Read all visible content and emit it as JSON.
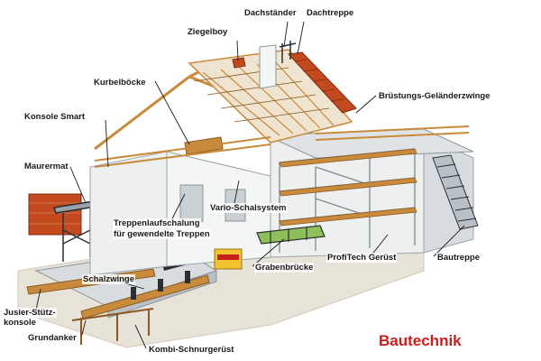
{
  "labels": {
    "dachstaender": "Dachständer",
    "dachtreppe": "Dachtreppe",
    "ziegelboy": "Ziegelboy",
    "kurbelboecke": "Kurbelböcke",
    "bruestungs": "Brüstungs-Geländerzwinge",
    "konsole_smart": "Konsole Smart",
    "maurermat": "Maurermat",
    "vario": "Vario-Schalsystem",
    "treppenlauf_1": "Treppenlaufschalung",
    "treppenlauf_2": "für gewendelte Treppen",
    "grabenbruecke": "Grabenbrücke",
    "profitech": "ProfiTech Gerüst",
    "bautreppe": "Bautreppe",
    "schalzwinge": "Schalzwinge",
    "jusier_1": "Jusier-Stütz-",
    "jusier_2": "konsole",
    "grundanker": "Grundanker",
    "kombi": "Kombi-Schnurgerüst"
  },
  "brand": "Bautechnik",
  "colors": {
    "brand": "#c81e1e",
    "leader": "#1a1a1a",
    "timber": "#c98a3c",
    "timber_dark": "#8a5a22",
    "brick": "#c24a1e",
    "wall": "#eef0f0",
    "shadow": "#cfd6da",
    "slab": "#d7dcdf",
    "ground": "#e8e3d9"
  }
}
